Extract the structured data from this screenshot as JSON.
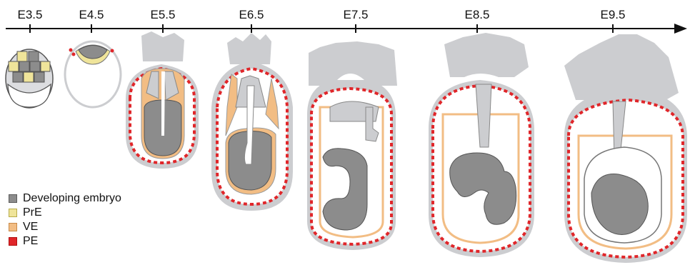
{
  "timeline": {
    "stages": [
      "E3.5",
      "E4.5",
      "E5.5",
      "E6.5",
      "E7.5",
      "E8.5",
      "E9.5"
    ]
  },
  "legend": [
    {
      "label": "Developing embryo",
      "color": "#8c8c8c",
      "border": "#5c5c5c"
    },
    {
      "label": "PrE",
      "color": "#efe49a",
      "border": "#b8ab4a"
    },
    {
      "label": "VE",
      "color": "#f2bd84",
      "border": "#c88a4a"
    },
    {
      "label": "PE",
      "color": "#e0262a",
      "border": "#b01010"
    }
  ],
  "colors": {
    "embryo": "#8c8c8c",
    "prE": "#efe49a",
    "ve": "#f2bd84",
    "pe": "#e0262a",
    "maternal": "#cccdd0",
    "outline": "#555555"
  }
}
